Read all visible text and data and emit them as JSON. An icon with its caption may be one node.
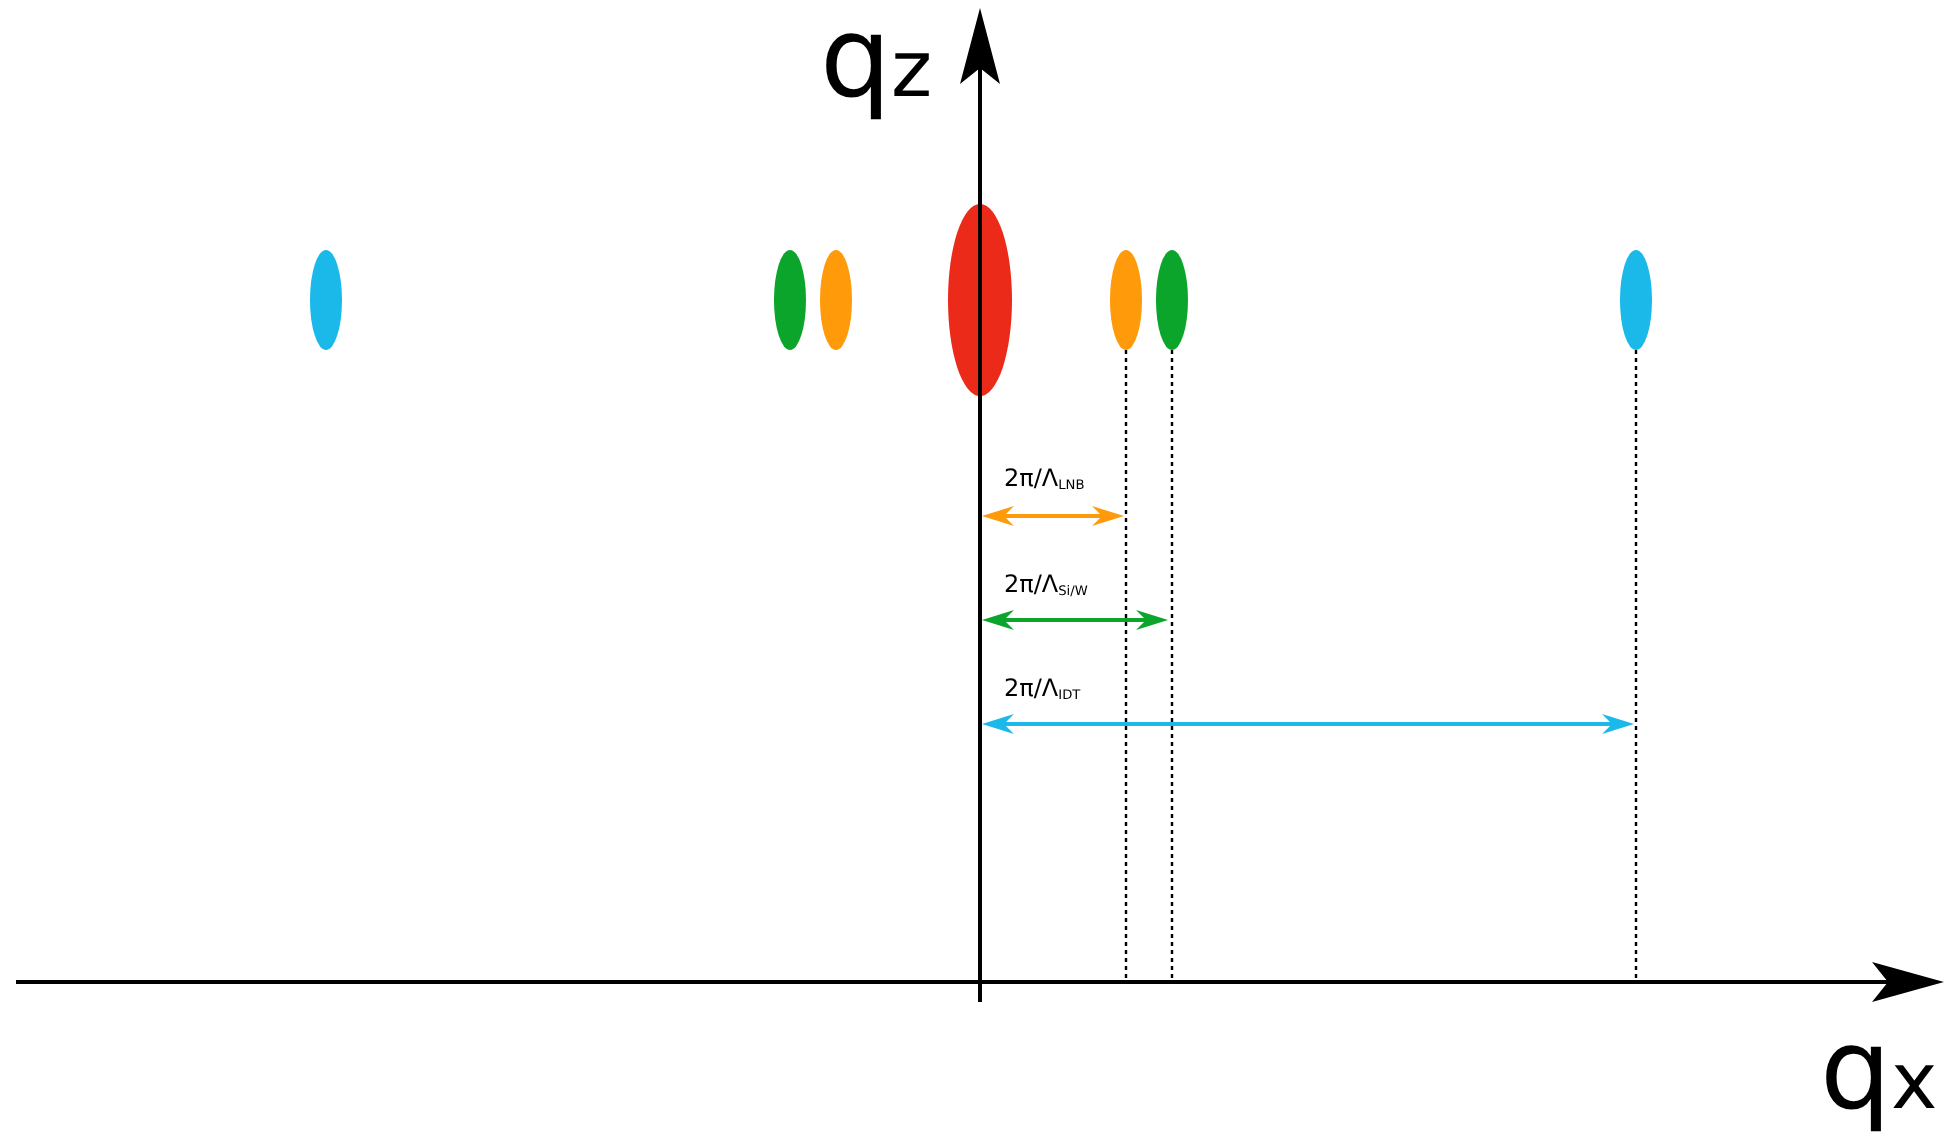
{
  "diagram": {
    "labels": [
      "q$_{z}$",
      "2π/Λ$_{LNB}$",
      "2π/Λ$_{Si/W}$",
      "2π/Λ$_{IDT}$",
      "q$_{x}$"
    ]
  }
}
